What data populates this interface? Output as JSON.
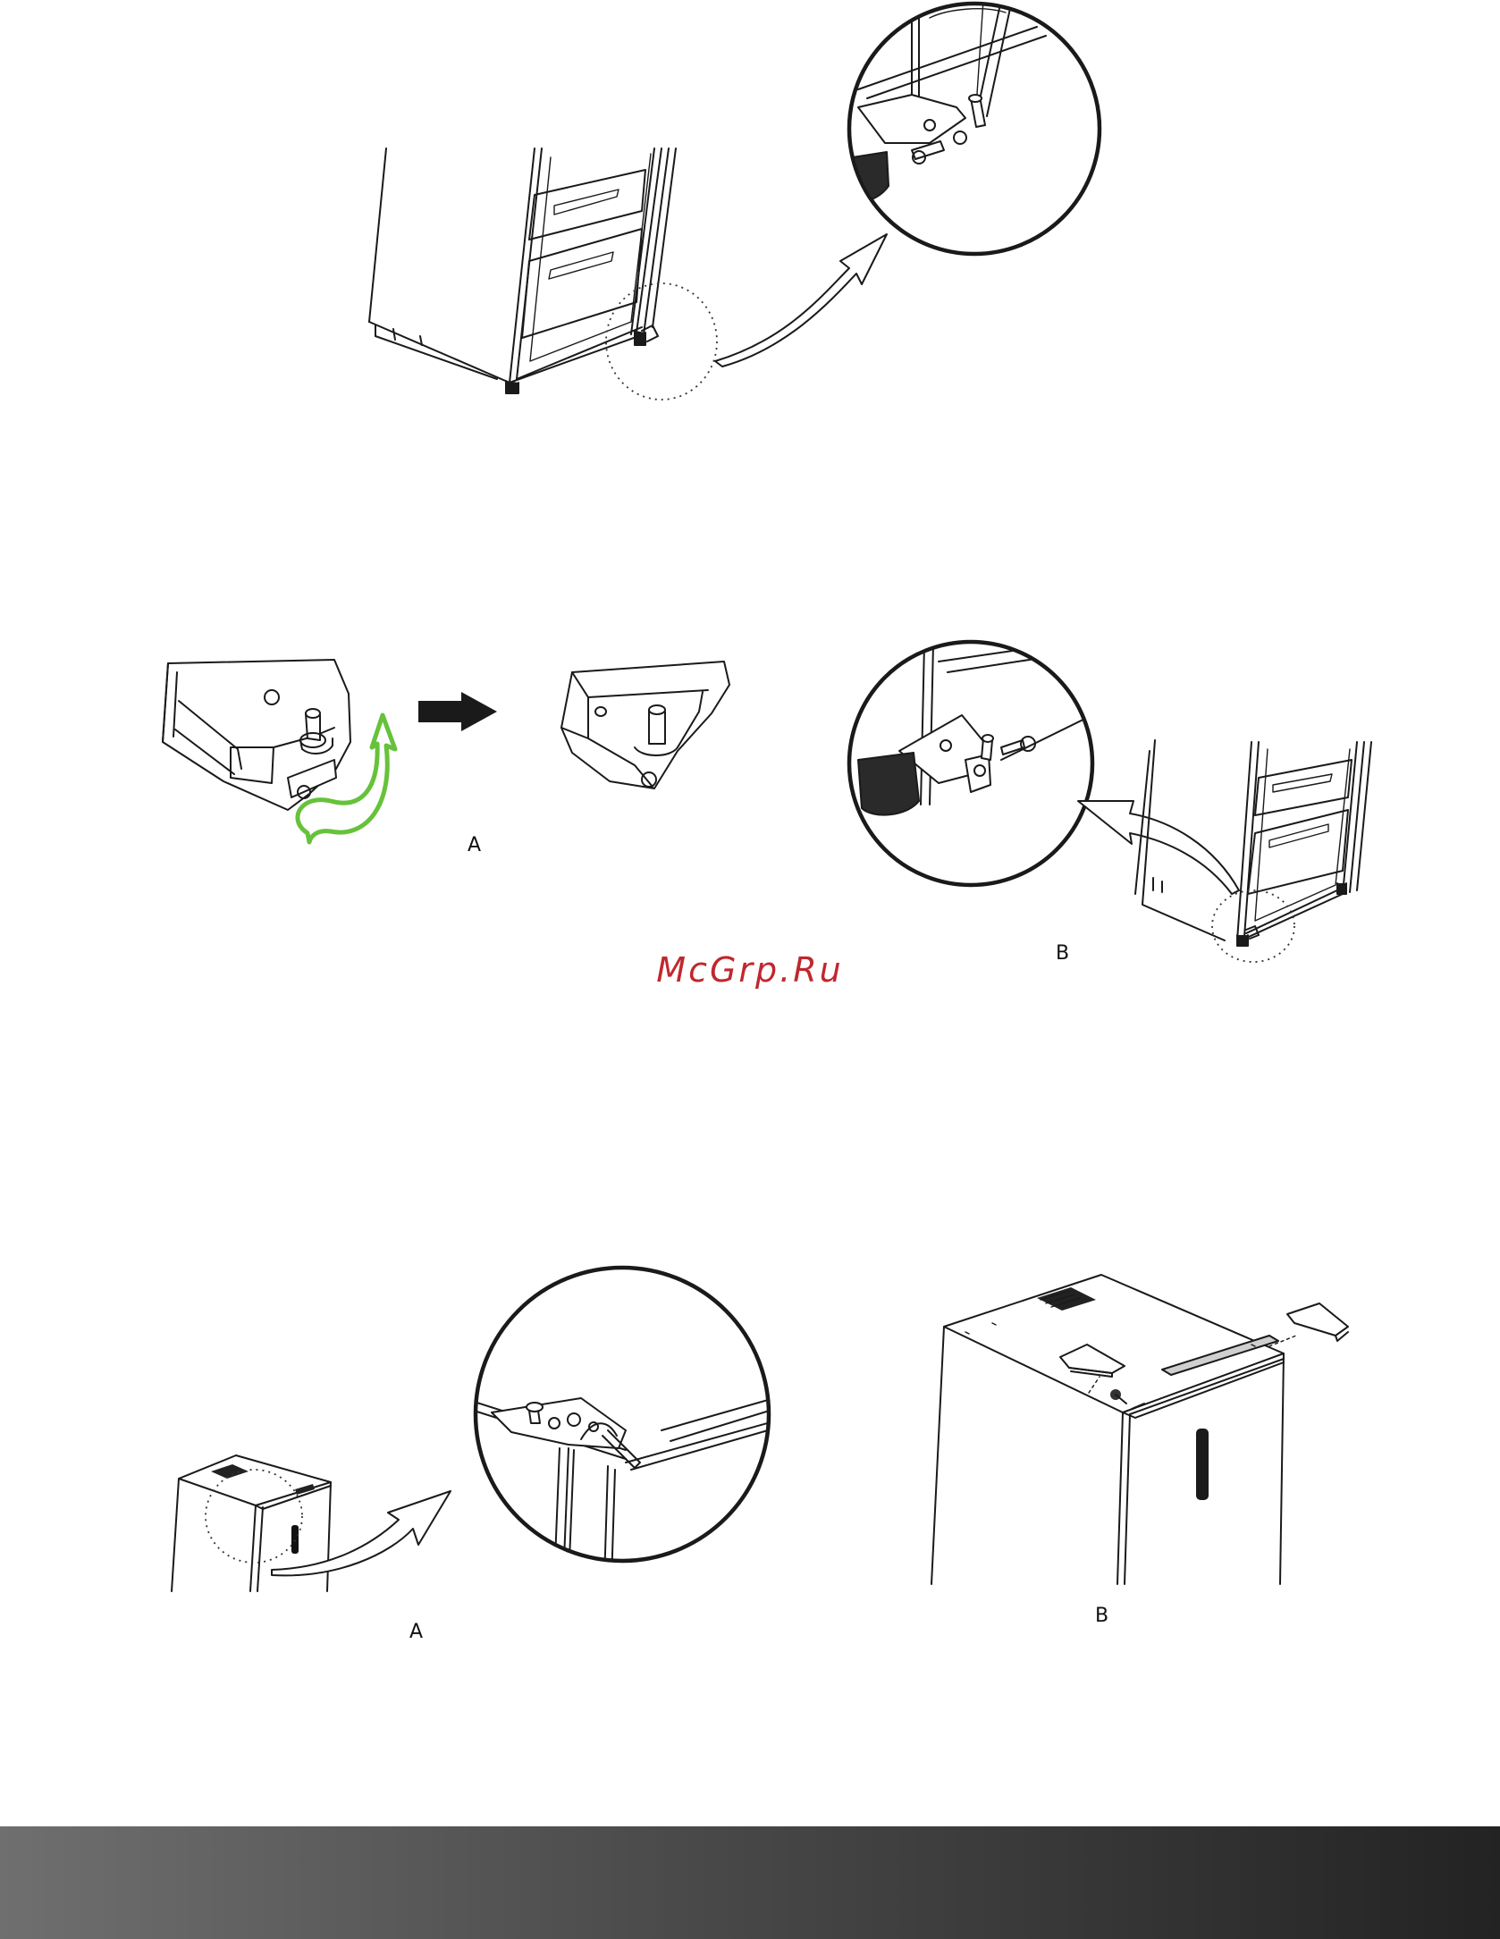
{
  "step2": {
    "label_a": "A",
    "label_b": "B"
  },
  "step3": {
    "label_a": "A",
    "label_b": "B"
  },
  "watermark": "McGrp.Ru",
  "colors": {
    "rotate_arrow": "#66c23a",
    "watermark": "#c1272d",
    "footer_dark": "#232323",
    "footer_light": "#6f6f6f"
  },
  "icons": [
    "bottom-hinge-icon",
    "rotate-arrow-icon",
    "direction-arrow-icon",
    "adjustable-foot-icon",
    "top-hinge-icon",
    "hinge-cover-icon"
  ]
}
